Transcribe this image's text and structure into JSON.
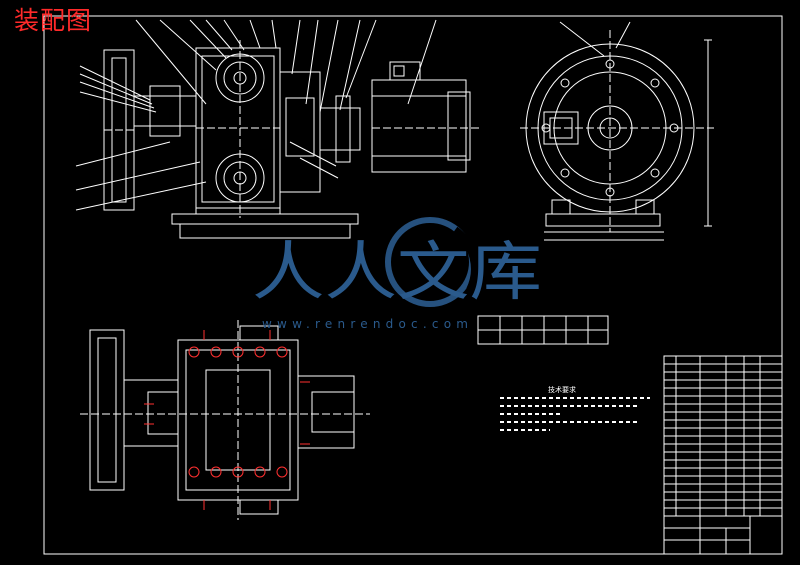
{
  "title": "装配图",
  "watermark": {
    "text": "人人文库",
    "url": "www.renrendoc.com"
  },
  "tech_notes_title": "技术要求",
  "colors": {
    "background": "#000000",
    "line": "#ffffff",
    "title": "#ff2a2a",
    "watermark": "#2a5a8c",
    "accent_red": "#ff3030"
  }
}
